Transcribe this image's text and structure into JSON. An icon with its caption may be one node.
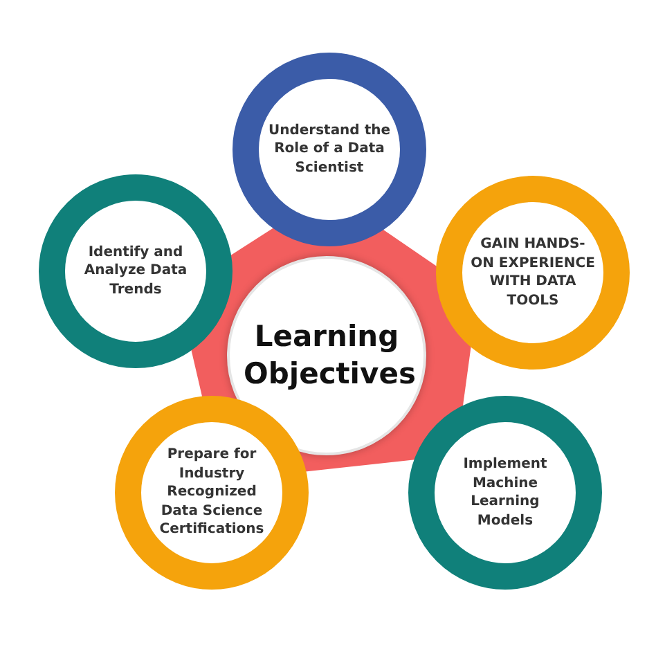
{
  "diagram": {
    "nodes": [
      {
        "text": [
          "Learning Objectives"
        ]
      },
      {
        "text": [
          "Understand the Role of a Data Scientist"
        ]
      },
      {
        "text": [
          "GAIN HANDS-ON EXPERIENCE WITH DATA TOOLS"
        ]
      },
      {
        "text": [
          "Implement Machine Learning Models"
        ]
      },
      {
        "text": [
          "Prepare for Industry Recognized Data Science Certifications"
        ]
      },
      {
        "text": [
          "Identify and Analyze Data Trends"
        ]
      }
    ]
  }
}
